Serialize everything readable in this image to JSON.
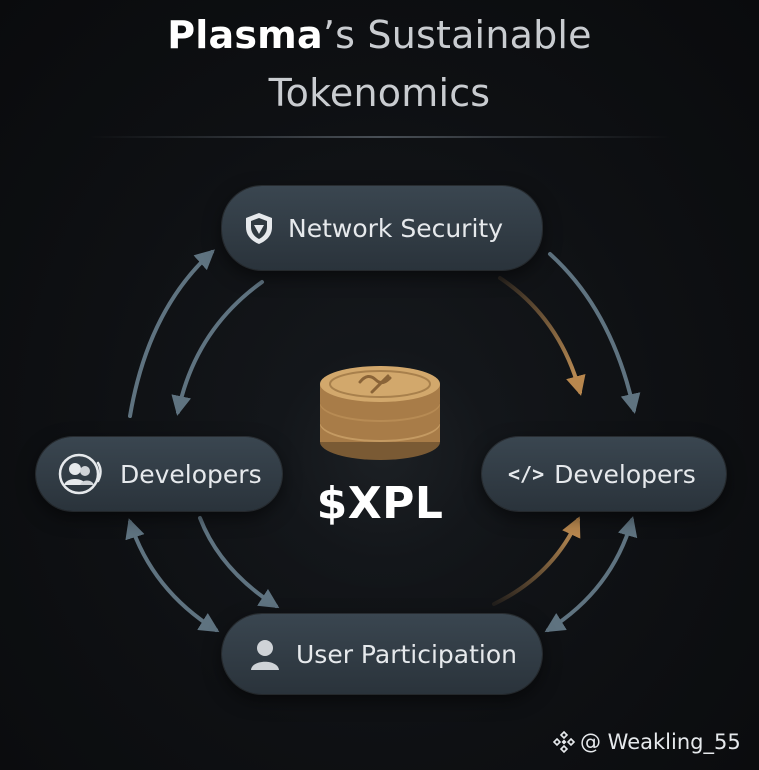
{
  "title": {
    "line1_strong": "Plasma",
    "line1_light": "’s Sustainable",
    "line2": "Tokenomics"
  },
  "center": {
    "token": "$XPL",
    "icon": "coin-stack-icon"
  },
  "nodes": {
    "top": {
      "label": "Network Security",
      "icon": "shield-icon"
    },
    "left": {
      "label": "Developers",
      "icon": "users-icon"
    },
    "right": {
      "label": "Developers",
      "icon": "code-icon",
      "icon_text": "</>"
    },
    "bottom": {
      "label": "User Participation",
      "icon": "user-icon"
    }
  },
  "watermark": {
    "icon": "binance-logo-icon",
    "text": "@ Weakling_55"
  },
  "colors": {
    "background": "#0c0d10",
    "node_fill": "#323c45",
    "arrow_gray": "#5f7380",
    "arrow_gold": "#b8874e",
    "coin_gold": "#c79a5e"
  }
}
